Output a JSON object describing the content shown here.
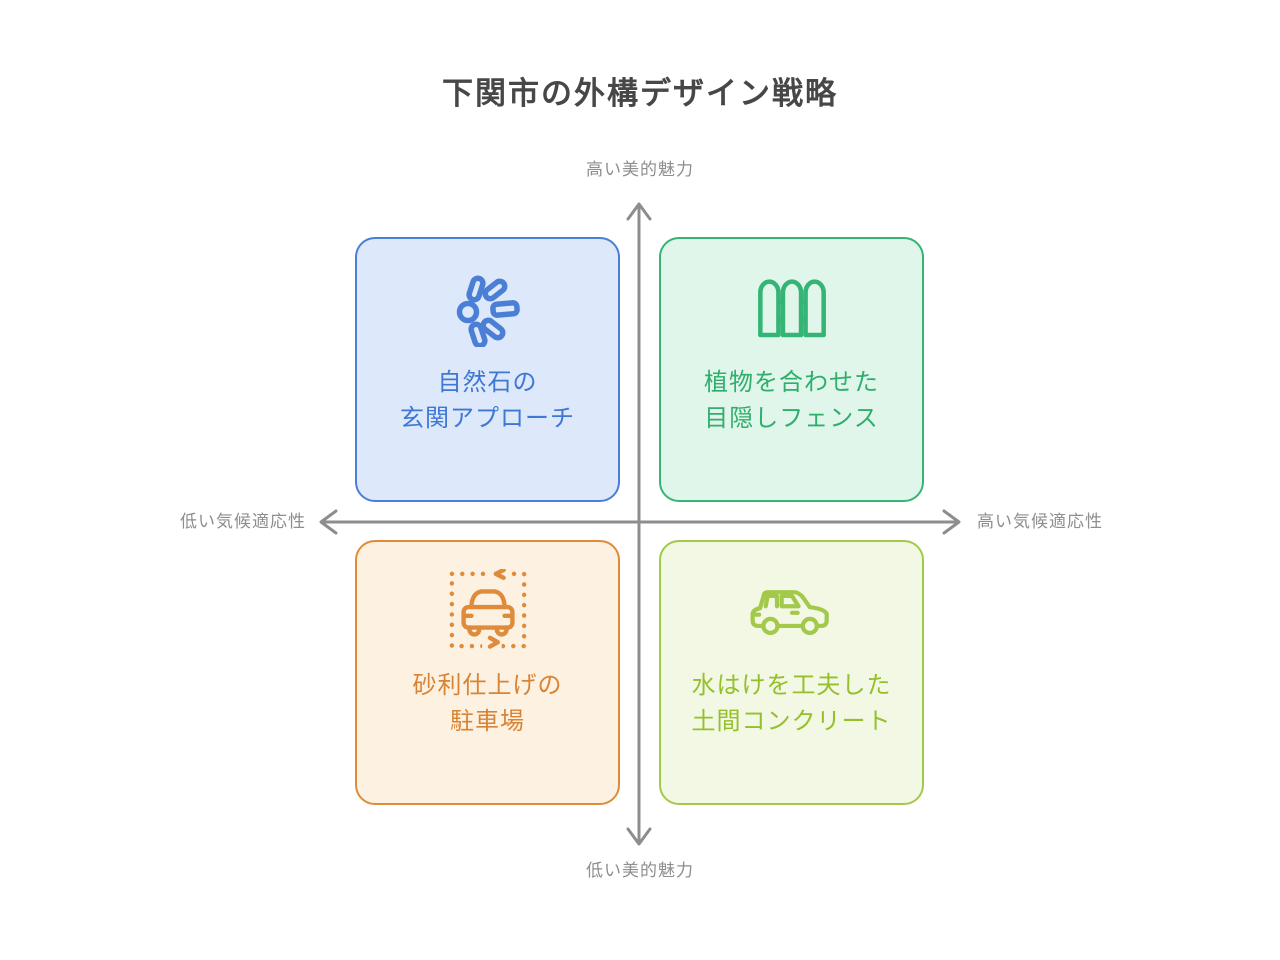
{
  "title": "下関市の外構デザイン戦略",
  "axes": {
    "top_label": "高い美的魅力",
    "bottom_label": "低い美的魅力",
    "left_label": "低い気候適応性",
    "right_label": "高い気候適応性",
    "line_color": "#8d8d8d"
  },
  "quadrants": {
    "top_left": {
      "label": "自然石の\n玄関アプローチ",
      "icon": "sparkle-burst-icon",
      "fill": "#dde8fa",
      "border": "#4b7fd6",
      "text_color": "#3e78d4"
    },
    "top_right": {
      "label": "植物を合わせた\n目隠しフェンス",
      "icon": "fence-icon",
      "fill": "#e1f6eb",
      "border": "#34b475",
      "text_color": "#2fae6c"
    },
    "bottom_left": {
      "label": "砂利仕上げの\n駐車場",
      "icon": "car-parking-area-icon",
      "fill": "#fdf1e2",
      "border": "#df8b3b",
      "text_color": "#d98434"
    },
    "bottom_right": {
      "label": "水はけを工夫した\n土間コンクリート",
      "icon": "car-side-icon",
      "fill": "#f3f8e4",
      "border": "#a3c94a",
      "text_color": "#94c02c"
    }
  }
}
